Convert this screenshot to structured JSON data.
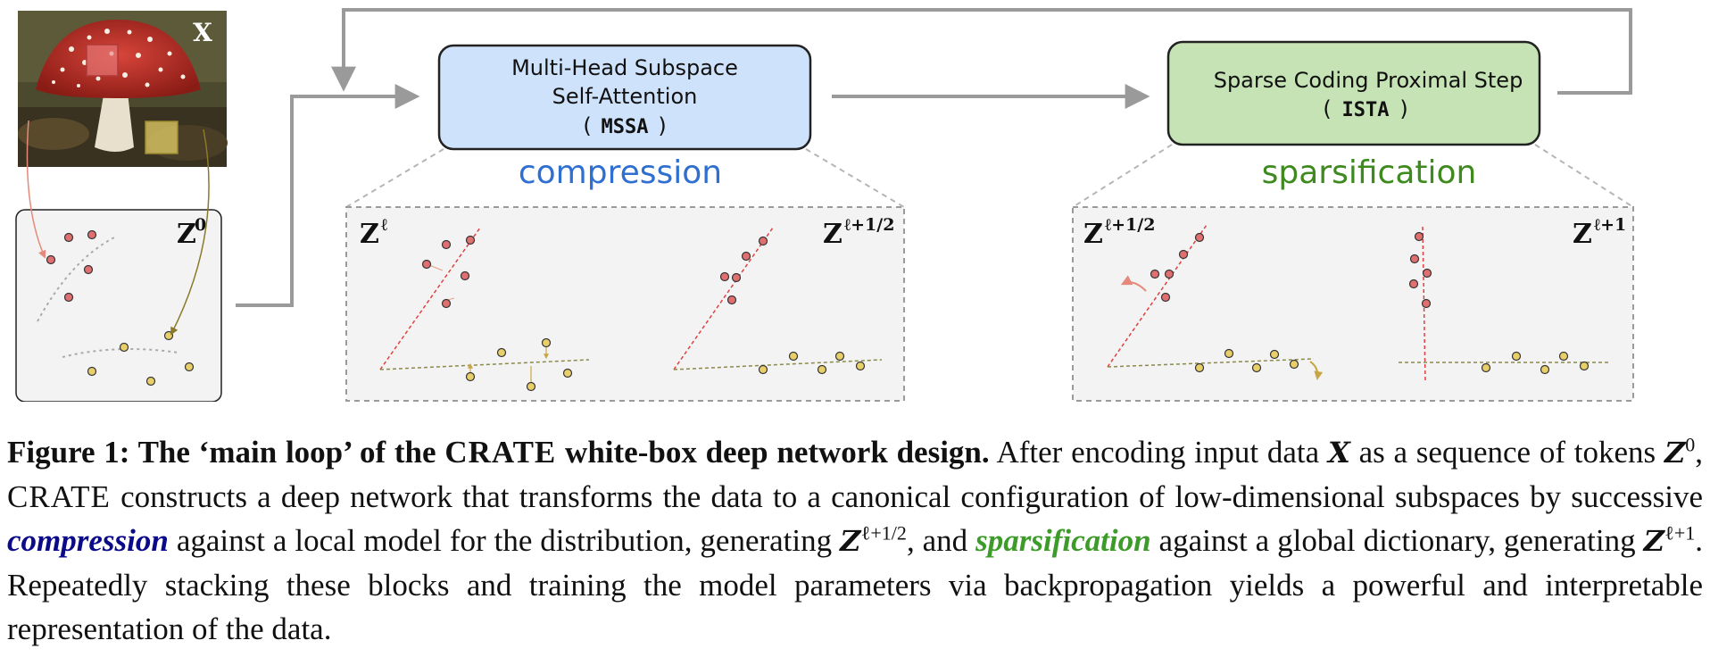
{
  "diagram": {
    "input_label": "X",
    "tokens_label": "Z",
    "tokens_sup": "0",
    "mssa_box": {
      "line1": "Multi-Head Subspace",
      "line2": "Self-Attention",
      "code": "MSSA",
      "fill": "#cfe2fb"
    },
    "ista_box": {
      "line1": "Sparse Coding Proximal Step",
      "code": "ISTA",
      "fill": "#c5e3b4"
    },
    "compression_label": "compression",
    "compression_color": "#2f6fd0",
    "sparsification_label": "sparsification",
    "sparsification_color": "#3e8a1f",
    "panel_compress": {
      "left_var": "Z",
      "left_sup": "ℓ",
      "right_var": "Z",
      "right_sup": "ℓ+1/2"
    },
    "panel_sparse": {
      "left_var": "Z",
      "left_sup": "ℓ+1/2",
      "right_var": "Z",
      "right_sup": "ℓ+1"
    },
    "red_point_color": "#e07070",
    "yellow_point_color": "#e8cf6a"
  },
  "caption": {
    "fig": "Figure 1: The ‘main loop’ of the",
    "crate": "CRATE",
    "fig_rest": "white-box deep network design.",
    "t1": "After encoding input data",
    "X": "X",
    "t2": "as a sequence of tokens",
    "Z": "Z",
    "sup0": "0",
    "t3": ",",
    "crate2": "CRATE",
    "t4": "constructs a deep network that transforms the data to a canonical configuration of low-dimensional subspaces by successive",
    "compression": "compression",
    "t5": "against a local model for the distribution, generating",
    "Z2": "Z",
    "sup_half": "ℓ+1/2",
    "t6": ", and",
    "sparsification": "sparsification",
    "t7": "against a global dictionary, generating",
    "Z3": "Z",
    "sup_full": "ℓ+1",
    "t8": ". Repeatedly stacking these blocks and training the model parameters via backpropagation yields a powerful and interpretable representation of the data."
  }
}
